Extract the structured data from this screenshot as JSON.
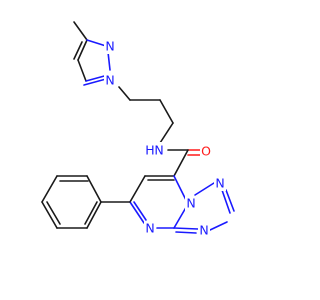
{
  "molecule": {
    "atoms": [
      {
        "id": "N1",
        "symbol": "N",
        "color": "#1a1aff"
      },
      {
        "id": "N2",
        "symbol": "N",
        "color": "#1a1aff"
      },
      {
        "id": "NH",
        "symbol": "N",
        "color": "#1a1aff",
        "h_label": "H"
      },
      {
        "id": "O",
        "symbol": "O",
        "color": "#ff1a1a"
      },
      {
        "id": "N3",
        "symbol": "N",
        "color": "#1a1aff"
      },
      {
        "id": "N4",
        "symbol": "N",
        "color": "#1a1aff"
      },
      {
        "id": "N5",
        "symbol": "N",
        "color": "#1a1aff"
      },
      {
        "id": "N6",
        "symbol": "N",
        "color": "#1a1aff"
      }
    ],
    "colors": {
      "carbon_bond": "#1a1a1a",
      "nitrogen": "#1a1aff",
      "oxygen": "#ff1a1a",
      "background": "#ffffff"
    }
  }
}
